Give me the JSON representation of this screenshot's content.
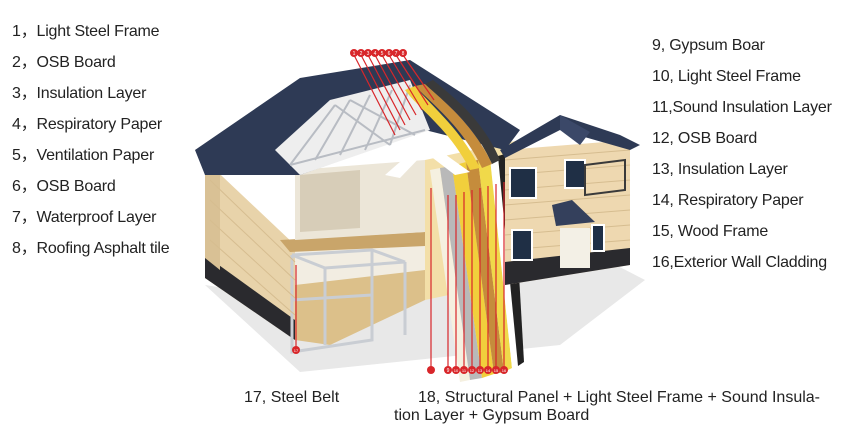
{
  "left_labels": [
    "1，Light Steel Frame",
    "2，OSB Board",
    "3，Insulation Layer",
    "4，Respiratory Paper",
    "5，Ventilation Paper",
    "6，OSB Board",
    "7，Waterproof Layer",
    "8，Roofing Asphalt tile"
  ],
  "right_labels": [
    "9, Gypsum Boar",
    "10, Light Steel Frame",
    "11,Sound Insulation Layer",
    "12, OSB Board",
    "13, Insulation Layer",
    "14, Respiratory Paper",
    "15, Wood Frame",
    "16,Exterior Wall Cladding"
  ],
  "bottom_labels": {
    "steel_belt": "17, Steel Belt",
    "structural_line1": "18, Structural Panel + Light Steel Frame + Sound Insula-",
    "structural_line2": "tion Layer + Gypsum Board"
  },
  "roof_marker_numbers": [
    "1",
    "2",
    "3",
    "4",
    "5",
    "6",
    "7",
    "8"
  ],
  "wall_marker_numbers": [
    "9",
    "10",
    "11",
    "12",
    "13",
    "14",
    "15",
    "16"
  ],
  "belt_marker_number": "17",
  "colors": {
    "roof": "#2e3a55",
    "siding": "#e9d2a8",
    "brick": "#2a2a2e",
    "floor": "#dcc08a",
    "marker": "#d8262a",
    "steel": "#c9cdd3"
  }
}
